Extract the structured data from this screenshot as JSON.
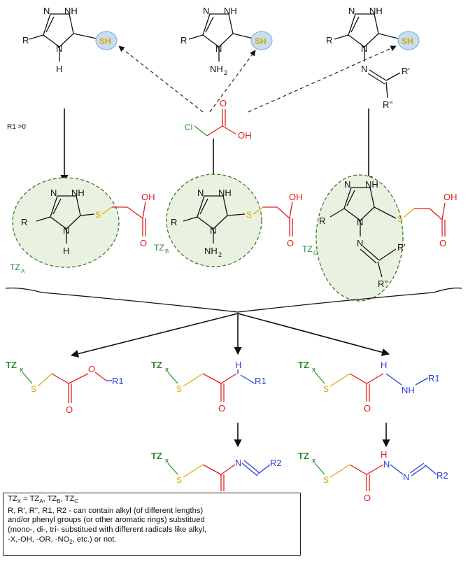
{
  "note": "R1 >0",
  "labels": {
    "R": "R",
    "H": "H",
    "N": "N",
    "NH": "NH",
    "N2": "N",
    "SH": "SH",
    "S": "S",
    "O": "O",
    "OH": "OH",
    "Cl": "Cl",
    "NH2": "NH",
    "NH2_sub": "2",
    "Rp": "R'",
    "Rpp": "R''",
    "R1": "R1",
    "R2": "R2",
    "TZ": "TZ",
    "TZ_A_sub": "A",
    "TZ_B_sub": "B",
    "TZ_C_sub": "C",
    "TZ_X_sub": "x"
  },
  "legend": {
    "line1_main": "TZ",
    "line1_sub": "X",
    "line1_eq": " = TZ",
    "line1_a": "A",
    "line1_sep1": ", TZ",
    "line1_b": "B",
    "line1_sep2": ", TZ",
    "line1_c": "C",
    "line2": "R, R', R'', R1, R2 - can contain alkyl (of different lengths)",
    "line3": "and/or phenyl groups (or other aromatic rings) substitued",
    "line4": "(mono-, di-, tri- substitued with different radicals like alkyl,",
    "line5_a": " -X,-OH, -OR, -NO",
    "line5_sub": "2",
    "line5_b": ", etc.) or not."
  },
  "colors": {
    "bond": "#111111",
    "red": "#e01c1c",
    "blue": "#2b3fcf",
    "sulfur": "#d1b300",
    "green_label": "#2c8a36",
    "highlight": "#e9f2e0",
    "sh_bubble": "#c9ddf0"
  }
}
